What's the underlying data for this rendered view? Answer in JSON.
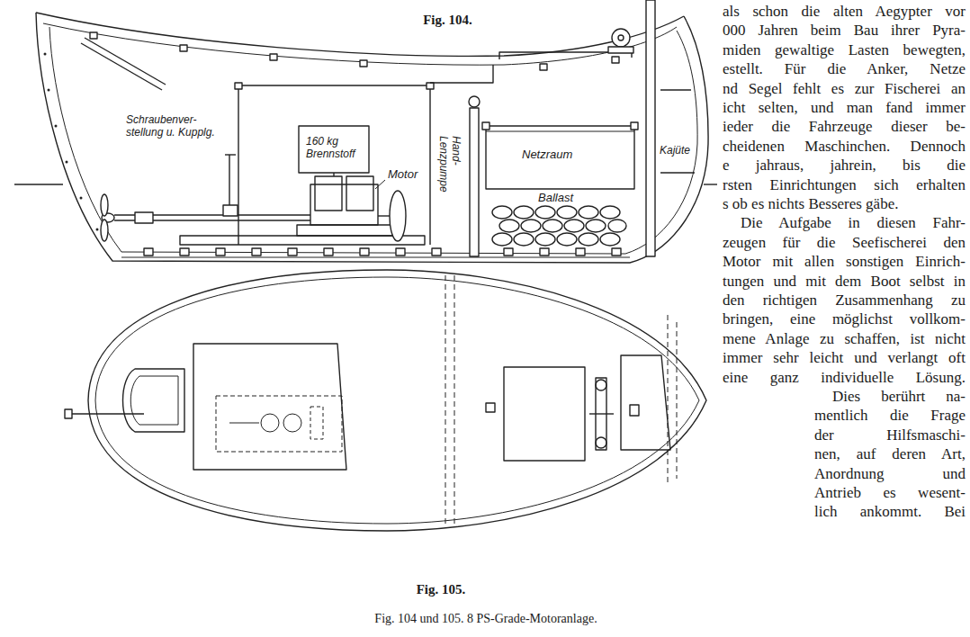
{
  "diagram": {
    "caption": "Fig. 104 und 105. 8 PS-Grade-Motoranlage.",
    "labels": [
      "Fig. 104.",
      "Schraubenver- stellung u. Kupplg.",
      "160 kg Brennstoff",
      "Motor",
      "Hand- Lenzpumpe",
      "Netzraum",
      "Ballast",
      "Kajüte",
      "Fig. 105.",
      "als schon die alten Aegypter vor",
      "000 Jahren beim Bau ihrer Pyra-",
      "miden gewaltige Lasten bewegten,",
      "estellt. Für die Anker, Netze",
      "nd Segel fehlt es zur Fischerei an",
      "icht selten, und man fand immer",
      "ieder die Fahrzeuge dieser be-",
      "cheidenen Maschinchen. Dennoch",
      "e jahraus, jahrein, bis die",
      "rsten Einrichtungen sich erhalten",
      "s ob es nichts Besseres gäbe.",
      "Die Aufgabe in diesen Fahr-",
      "zeugen für die Seefischerei den",
      "Motor mit allen sonstigen Einrich-",
      "tungen und mit dem Boot selbst in",
      "den richtigen Zusammenhang zu",
      "bringen, eine möglichst vollkom-",
      "mene Anlage zu schaffen, ist nicht",
      "immer sehr leicht und verlangt oft",
      "eine ganz individuelle Lösung.",
      "Dies berührt na-",
      "mentlich die Frage",
      "der Hilfsmaschi-",
      "nen, auf deren Art,",
      "Anordnung und",
      "Antrieb es wesent-",
      "lich ankommt. Bei"
    ]
  }
}
